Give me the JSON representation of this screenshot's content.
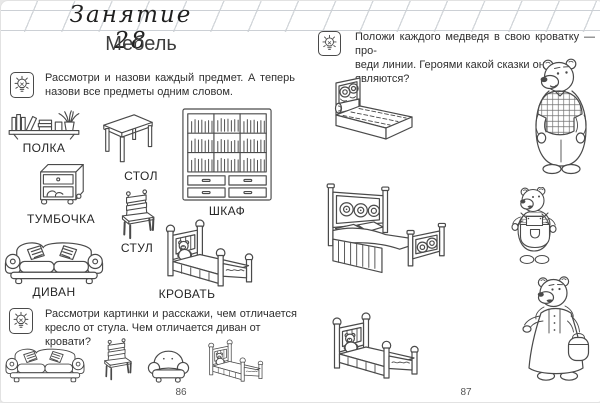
{
  "colors": {
    "ink": "#4a4a4a",
    "text": "#2f2f2f",
    "ruling": "#ccd0d5",
    "paper": "#ffffff"
  },
  "book": {
    "lesson_header": "Занятие  28",
    "left_page": {
      "title": "Мебель",
      "task1": {
        "icon": "lightbulb-icon",
        "lines": [
          "Рассмотри  и  назови  каждый  предмет.  А  теперь",
          "назови все предметы одним словом."
        ]
      },
      "furniture": [
        {
          "id": "shelf",
          "label": "ПОЛКА"
        },
        {
          "id": "table",
          "label": "СТОЛ"
        },
        {
          "id": "wardrobe",
          "label": "ШКАФ"
        },
        {
          "id": "nightstand",
          "label": "ТУМБОЧКА"
        },
        {
          "id": "chair",
          "label": "СТУЛ"
        },
        {
          "id": "sofa",
          "label": "ДИВАН"
        },
        {
          "id": "bed",
          "label": "КРОВАТЬ"
        }
      ],
      "task2": {
        "icon": "lightbulb-icon",
        "lines": [
          "Рассмотри  картинки  и  расскажи,  чем  отличается",
          "кресло от стула. Чем отличается диван от кровати?"
        ]
      },
      "page_number": "86"
    },
    "right_page": {
      "task": {
        "icon": "lightbulb-icon",
        "lines": [
          "Положи  каждого  медведя  в  свою  кроватку  —  про-",
          "веди линии. Героями какой сказки они являются?"
        ]
      },
      "page_number": "87"
    }
  }
}
